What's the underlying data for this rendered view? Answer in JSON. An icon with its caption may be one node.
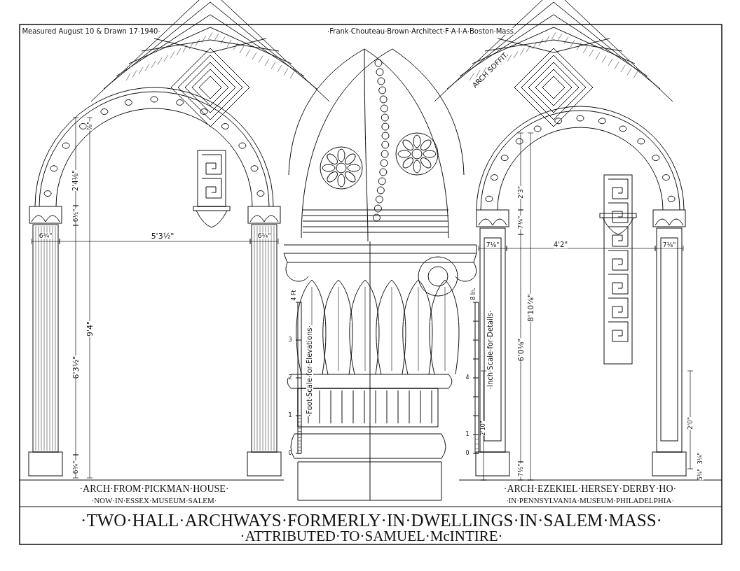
{
  "diagram": {
    "title": "·TWO·HALL·ARCHWAYS·FORMERLY·IN·DWELLINGS·IN·SALEM·MASS·",
    "labels": [
      "Measured August 10 & Drawn 17·1940·",
      "·Frank·Chouteau·Brown·Architect·F·A·I·A·Boston·Mass",
      "ARCH SOFFIT.",
      "·ARCH·FROM·PICKMAN·HOUSE·",
      "·NOW·IN·ESSEX·MUSEUM·SALEM·",
      "·ARCH·EZEKIEL·HERSEY·DERBY·HO·",
      "·IN·PENNSYLVANIA·MUSEUM·PHILADELPHIA·",
      "·ATTRIBUTED·TO·SAMUEL·McINTIRE·",
      "⅞\"",
      "2'4⅛\"",
      "6½\"",
      "6¾\"",
      "5'3½\"",
      "6¾\"",
      "9'4\"",
      "6'3½\"",
      "6¾\"",
      "0",
      "1",
      "2",
      "3",
      "4 Ft",
      "·Foot·Scale·for·Elevations·",
      "0",
      "1",
      "4",
      "8 In.",
      "·Inch·Scale·for·Details·",
      "2'10\"",
      "2'3\"",
      "7¼\"",
      "7⅛\"",
      "4'2\"",
      "7⅛\"",
      "8'10⅞\"",
      "6'0⅛\"",
      "7½\"",
      "2'0\"",
      "3¼\"",
      "5¾\""
    ]
  }
}
